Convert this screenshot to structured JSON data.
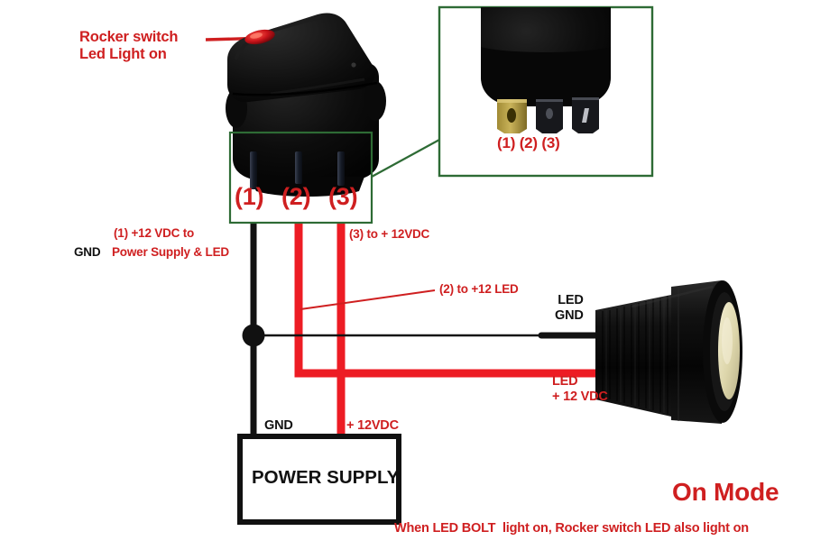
{
  "diagram": {
    "title_mode": "On Mode",
    "caption": "When LED BOLT  light on, Rocker switch LED also light on",
    "annotations": {
      "rocker_callout": "Rocker switch\nLed Light on",
      "terminal_1": "(1)",
      "terminal_2": "(2)",
      "terminal_3": "(3)",
      "inset_terminals": "(1) (2) (3)",
      "wire1_line1": "(1) +12 VDC to",
      "wire1_gnd": "GND",
      "wire1_line2": "Power Supply & LED",
      "wire3_label": "(3) to + 12VDC",
      "wire2_label": "(2) to +12 LED",
      "led_gnd": "LED\nGND",
      "led_plus": "LED\n+ 12 VDC",
      "ps_gnd": "GND",
      "ps_plus": "+ 12VDC",
      "power_supply_box": "POWER SUPPLY"
    },
    "colors": {
      "red_wire": "#ed1c24",
      "red_text": "#cf1f20",
      "black_wire": "#111111",
      "green_box": "#2e6b35",
      "switch_body": "#0b0b0b",
      "led_lens": "#e8e2bd",
      "background": "#ffffff"
    }
  }
}
